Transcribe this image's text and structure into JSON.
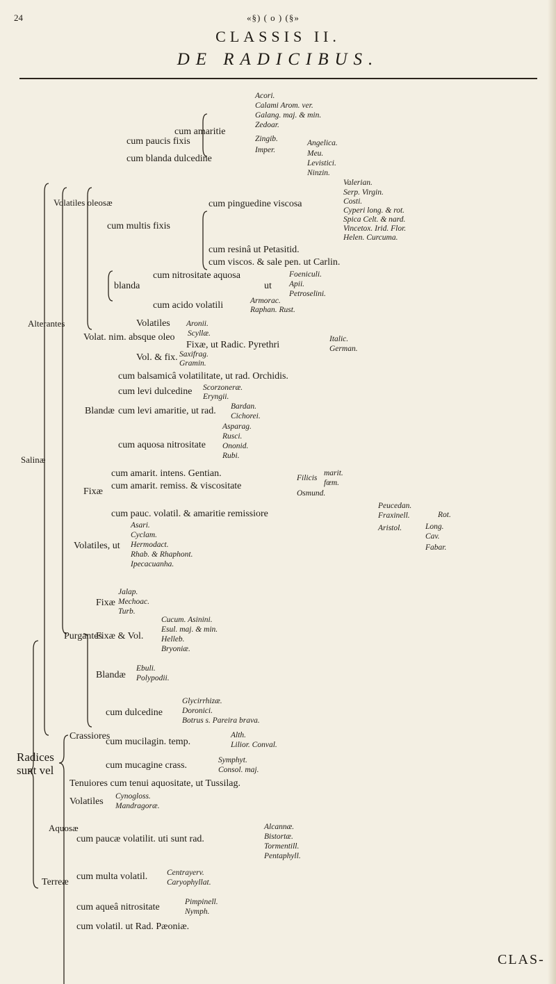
{
  "header": {
    "page_number": "24",
    "ornament": "«§) ( o ) (§»",
    "classis": "CLASSIS II.",
    "title": "DE RADICIBUS."
  },
  "footer": {
    "catchword": "CLAS-"
  },
  "tree": {
    "root": "Radices\nsunt vel",
    "salinae": "Salinæ",
    "aquosae": "Aquosæ",
    "alterantes": "Alterantes",
    "volatiles_oleosae": "Volatiles oleosæ",
    "cum_paucis_fixis": "cum paucis fixis",
    "cum_amaritie": "cum amaritie",
    "amaritie_items": [
      "Acori.",
      "Calami Arom. ver.",
      "Galang. maj. & min.",
      "Zedoar.",
      "Zingib.",
      "Imper."
    ],
    "cum_blanda_dulcedine": "cum blanda dulcedine",
    "dulcedine_items": [
      "Angelica.",
      "Meu.",
      "Levistici.",
      "Ninzin."
    ],
    "cum_multis_fixis": "cum multis fixis",
    "cum_pinguedine": "cum pinguedine viscosa",
    "pinguedine_items": [
      "Valerian.",
      "Serp. Virgin.",
      "Costi.",
      "Cyperi long. & rot.",
      "Spica Celt. & nard.",
      "Vincetox.   Irid. Flor.",
      "Helen.        Curcuma."
    ],
    "cum_resina": "cum resinâ ut Petasitid.",
    "cum_viscos": "cum viscos. & sale pen. ut Carlin.",
    "blanda": "blanda",
    "cum_nitrositate": "cum nitrositate aquosa",
    "ut": "ut",
    "nitrositate_items": [
      "Foeniculi.",
      "Apii.",
      "Petroselini."
    ],
    "cum_acido": "cum acido volatili",
    "acido_items": [
      "Armorac.",
      "Raphan. Rust."
    ],
    "volatiles": "Volatiles",
    "aronii": "Aronii.",
    "volat_nim": "Volat. nim. absque oleo",
    "scyllae": "Scyllæ.",
    "fixae_ut": "Fixæ, ut Radic. Pyrethri",
    "pyrethri_items": [
      "Italic.",
      "German."
    ],
    "vol_fix": "Vol. & fix.",
    "vol_fix_items": [
      "Saxifrag.",
      "Gramin."
    ],
    "blandae": "Blandæ",
    "cum_balsamica": "cum balsamicâ volatilitate, ut rad. Orchidis.",
    "cum_levi_dulcedine": "cum levi dulcedine",
    "levi_dulcedine_items": [
      "Scorzoneræ.",
      "Eryngii."
    ],
    "cum_levi_amaritie": "cum levi amaritie, ut rad.",
    "levi_amaritie_items": [
      "Bardan.",
      "Cichorei."
    ],
    "cum_aquosa": "cum aquosa nitrositate",
    "aquosa_items": [
      "Asparag.",
      "Rusci.",
      "Ononid.",
      "Rubi."
    ],
    "fixae": "Fixæ",
    "cum_amarit_intens": "cum amarit. intens. Gentian.",
    "cum_amarit_remiss": "cum amarit. remiss. & viscositate",
    "filicis": "Filicis",
    "filicis_items": [
      "marit.",
      "fœm."
    ],
    "osmund": "Osmund.",
    "cum_pauc_volatil": "cum pauc. volatil. & amaritie remissiore",
    "remissiore_items": [
      "Peucedan.",
      "Fraxinell.",
      "Aristol."
    ],
    "rot": "Rot.",
    "aristol_items": [
      "Long.",
      "Cav.",
      "Fabar."
    ],
    "volatiles_ut": "Volatiles, ut",
    "purgantes_vol_items": [
      "Asari.",
      "Cyclam.",
      "Hermodact.",
      "Rhab. & Rhaphont.",
      "Ipecacuanha."
    ],
    "purgantes": "Purgantes",
    "fixae2": "Fixæ",
    "fixae2_items": [
      "Jalap.",
      "Mechoac.",
      "Turb."
    ],
    "fixae_vol": "Fixæ & Vol.",
    "fixae_vol_items": [
      "Cucum. Asinini.",
      "Esul. maj. & min.",
      "Helleb.",
      "Bryoniæ."
    ],
    "blandae2": "Blandæ",
    "blandae2_items": [
      "Ebuli.",
      "Polypodii."
    ],
    "crassiores": "Crassiores",
    "cum_dulcedine": "cum dulcedine",
    "dulcedine2_items": [
      "Glycirrhizæ.",
      "Doronici.",
      "Botrus s. Pareira brava."
    ],
    "cum_mucilagin": "cum mucilagin. temp.",
    "mucilagin_items": [
      "Alth.",
      "Lilior. Conval."
    ],
    "cum_mucagine": "cum mucagine crass.",
    "mucagine_items": [
      "Symphyt.",
      "Consol. maj."
    ],
    "tenuiores": "Tenuiores cum tenui aquositate, ut Tussilag.",
    "volatiles2": "Volatiles",
    "volatiles2_items": [
      "Cynogloss.",
      "Mandragoræ."
    ],
    "terreae": "Terreæ",
    "cum_paucae": "cum paucæ volatilit. uti sunt rad.",
    "paucae_items": [
      "Alcannæ.",
      "Bistortæ.",
      "Tormentill.",
      "Pentaphyll."
    ],
    "cum_multa": "cum multa volatil.",
    "multa_items": [
      "Centrayerv.",
      "Caryophyllat."
    ],
    "cum_aquea": "cum aqueâ nitrositate",
    "aquea_items": [
      "Pimpinell.",
      "Nymph."
    ],
    "cum_volatil": "cum volatil. ut Rad. Pæoniæ."
  }
}
